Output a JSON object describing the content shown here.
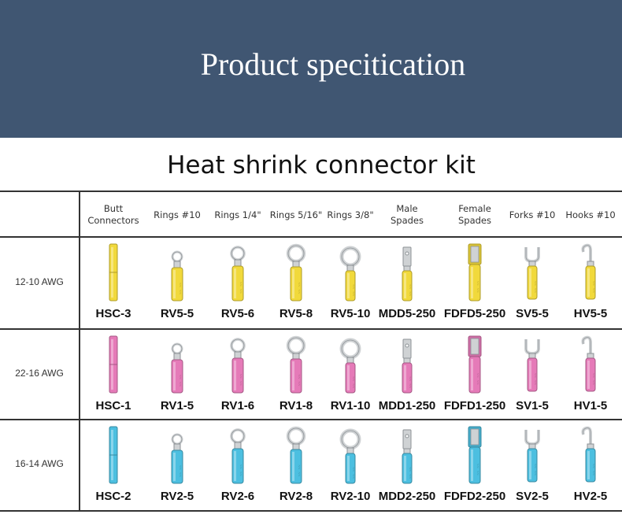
{
  "banner": {
    "title": "Product specitication",
    "bg_color": "#405672"
  },
  "kit_title": "Heat shrink connector kit",
  "columns": [
    {
      "label": "Butt\nConnectors",
      "shape": "butt"
    },
    {
      "label": "Rings #10",
      "shape": "ring-small"
    },
    {
      "label": "Rings 1/4\"",
      "shape": "ring-mid"
    },
    {
      "label": "Rings 5/16\"",
      "shape": "ring-large"
    },
    {
      "label": "Rings 3/8\"",
      "shape": "ring-xl"
    },
    {
      "label": "Male\nSpades",
      "shape": "male-spade"
    },
    {
      "label": "Female\nSpades",
      "shape": "female-spade"
    },
    {
      "label": "Forks #10",
      "shape": "fork"
    },
    {
      "label": "Hooks #10",
      "shape": "hook"
    }
  ],
  "rows": [
    {
      "label": "12-10 AWG",
      "color": "#f1d93b",
      "codes": [
        "HSC-3",
        "RV5-5",
        "RV5-6",
        "RV5-8",
        "RV5-10",
        "MDD5-250",
        "FDFD5-250",
        "SV5-5",
        "HV5-5"
      ]
    },
    {
      "label": "22-16 AWG",
      "color": "#e57ab8",
      "codes": [
        "HSC-1",
        "RV1-5",
        "RV1-6",
        "RV1-8",
        "RV1-10",
        "MDD1-250",
        "FDFD1-250",
        "SV1-5",
        "HV1-5"
      ]
    },
    {
      "label": "16-14 AWG",
      "color": "#4cbfe0",
      "codes": [
        "HSC-2",
        "RV2-5",
        "RV2-6",
        "RV2-8",
        "RV2-10",
        "MDD2-250",
        "FDFD2-250",
        "SV2-5",
        "HV2-5"
      ]
    }
  ]
}
